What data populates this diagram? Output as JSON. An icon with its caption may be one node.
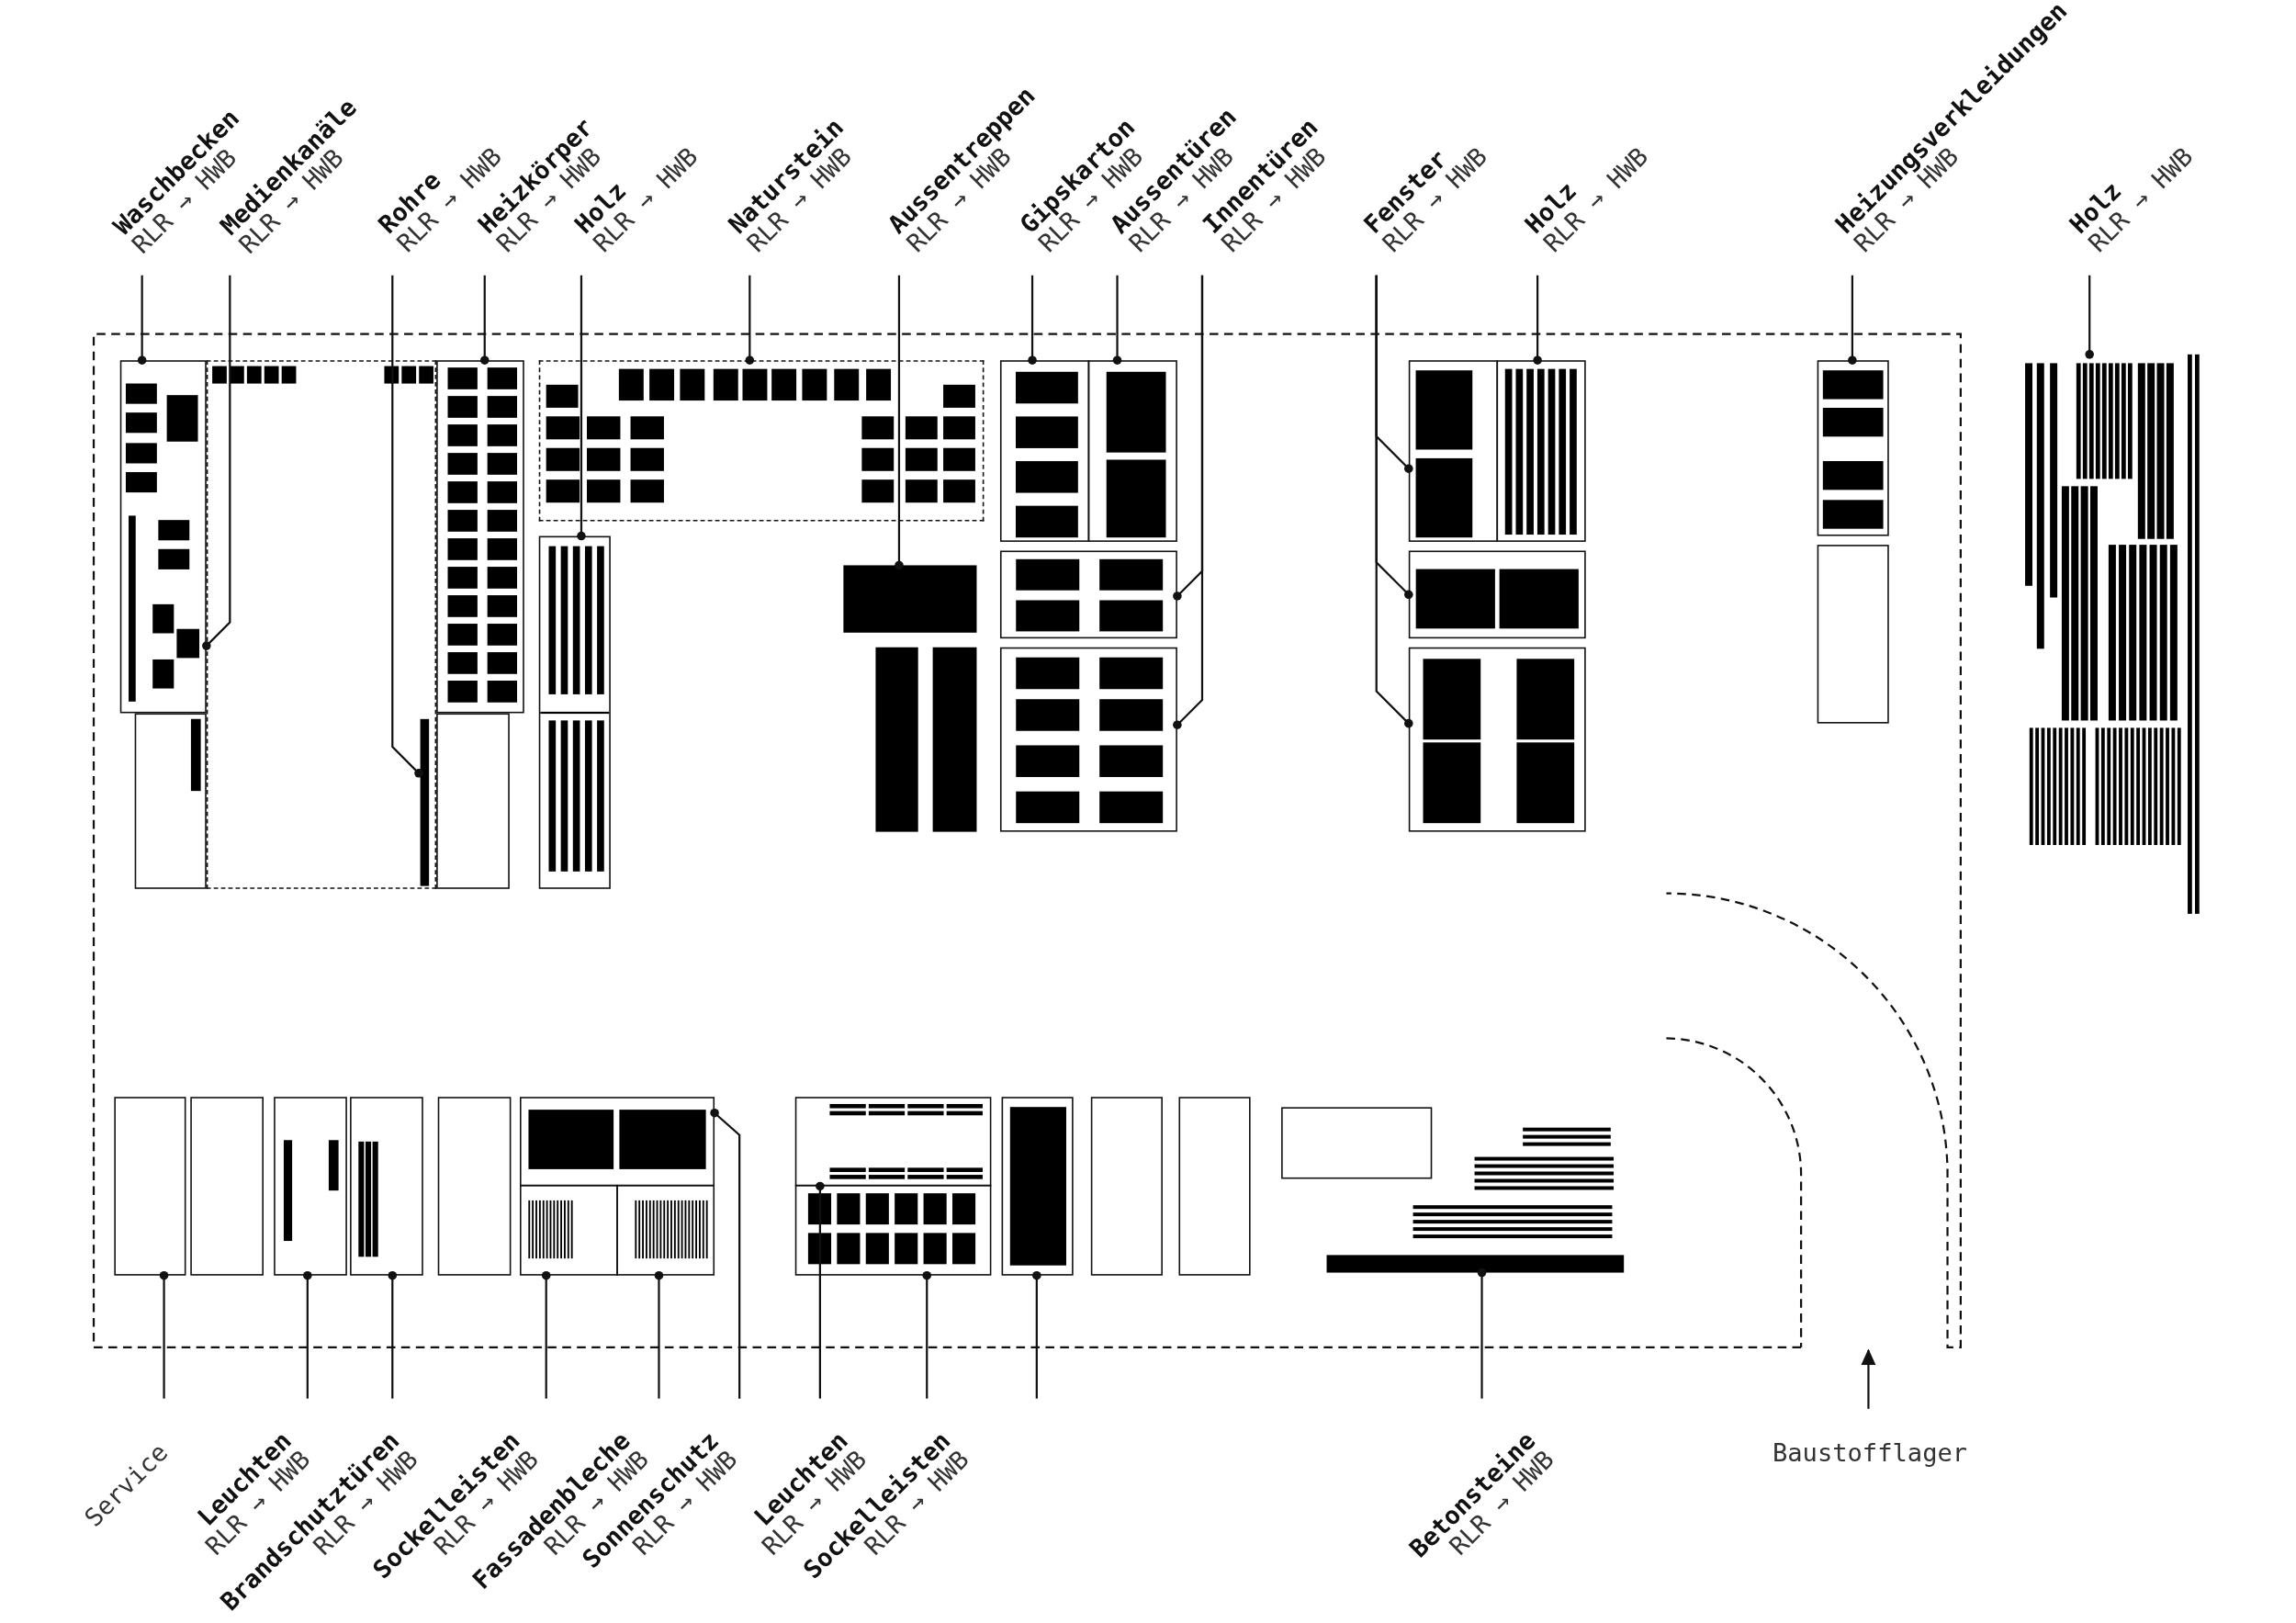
{
  "diagram": {
    "nodes": [
      {
        "text": [
          "Waschbecken",
          "RLR → HWB"
        ]
      },
      {
        "text": [
          "Medienkanäle",
          "RLR → HWB"
        ]
      },
      {
        "text": [
          "Rohre",
          "RLR → HWB"
        ]
      },
      {
        "text": [
          "Heizkörper",
          "RLR → HWB"
        ]
      },
      {
        "text": [
          "Holz",
          "RLR → HWB"
        ]
      },
      {
        "text": [
          "Naturstein",
          "RLR → HWB"
        ]
      },
      {
        "text": [
          "Aussentreppen",
          "RLR → HWB"
        ]
      },
      {
        "text": [
          "Gipskarton",
          "RLR → HWB"
        ]
      },
      {
        "text": [
          "Aussentüren",
          "RLR → HWB"
        ]
      },
      {
        "text": [
          "Innentüren",
          "RLR → HWB"
        ]
      },
      {
        "text": [
          "Fenster",
          "RLR → HWB"
        ]
      },
      {
        "text": [
          "Holz",
          "RLR → HWB"
        ]
      },
      {
        "text": [
          "Heizungsverkleidungen",
          "RLR → HWB"
        ]
      },
      {
        "text": [
          "Holz",
          "RLR → HWB"
        ]
      },
      {
        "text": [],
        "shape": "box"
      },
      {
        "text": [],
        "shape": "box",
        "in": 14
      },
      {
        "text": [],
        "shape": "box",
        "in": 14
      },
      {
        "text": [],
        "shape": "bar",
        "in": 16
      },
      {
        "text": [],
        "shape": "box",
        "in": 14
      },
      {
        "text": [],
        "shape": "box",
        "in": 14
      },
      {
        "text": [],
        "shape": "box",
        "in": 14
      },
      {
        "text": [],
        "shape": "stairs",
        "in": 14
      },
      {
        "text": [],
        "shape": "box",
        "in": 14
      },
      {
        "text": [],
        "shape": "box",
        "in": 14
      },
      {
        "text": [],
        "shape": "box",
        "in": 14
      },
      {
        "text": [],
        "shape": "box",
        "in": 14
      },
      {
        "text": [],
        "shape": "box",
        "in": 14
      },
      {
        "text": [],
        "shape": "box",
        "in": 14
      },
      {
        "text": [],
        "shape": "box",
        "in": 14
      },
      {
        "text": [],
        "shape": "box",
        "in": 14
      },
      {
        "text": [],
        "shape": "box",
        "in": 14
      },
      {
        "text": [],
        "shape": "box",
        "in": 14
      },
      {
        "text": [],
        "shape": "box",
        "in": 14
      },
      {
        "text": [],
        "shape": "box",
        "in": 14
      },
      {
        "text": [],
        "shape": "box",
        "in": 14
      },
      {
        "text": [],
        "shape": "box",
        "in": 14
      },
      {
        "text": [],
        "shape": "box",
        "in": 14
      },
      {
        "text": [],
        "shape": "box",
        "in": 14
      },
      {
        "text": [],
        "shape": "box",
        "in": 14
      },
      {
        "text": [],
        "shape": "box",
        "in": 14
      },
      {
        "text": [],
        "shape": "stack",
        "in": 14
      },
      {
        "text": [],
        "shape": "stack"
      },
      {
        "text": [
          "Service"
        ]
      },
      {
        "text": [
          "Leuchten",
          "RLR → HWB"
        ]
      },
      {
        "text": [
          "Brandschutztüren",
          "RLR → HWB"
        ]
      },
      {
        "text": [
          "Sockelleisten",
          "RLR → HWB"
        ]
      },
      {
        "text": [
          "Fassadenbleche",
          "RLR → HWB"
        ]
      },
      {
        "text": [
          "Sonnenschutz",
          "RLR → HWB"
        ]
      },
      {
        "text": [
          "Leuchten",
          "RLR → HWB"
        ]
      },
      {
        "text": [
          "Sockelleisten",
          "RLR → HWB"
        ]
      },
      {
        "text": [
          "Betonsteine",
          "RLR → HWB"
        ]
      },
      {
        "text": [
          "Baustofflager"
        ]
      },
      {
        "text": [],
        "shape": "box",
        "in": 14
      },
      {
        "text": [],
        "shape": "box",
        "in": 14
      },
      {
        "text": [],
        "shape": "box",
        "in": 14
      },
      {
        "text": [],
        "shape": "box",
        "in": 14
      },
      {
        "text": [],
        "shape": "box",
        "in": 14
      },
      {
        "text": [],
        "shape": "box",
        "in": 14
      },
      {
        "text": [],
        "shape": "box",
        "in": 14
      },
      {
        "text": [],
        "shape": "box",
        "in": 14
      }
    ],
    "edges": [
      {
        "from": 0,
        "to": 15,
        "arrow": "other"
      },
      {
        "from": 1,
        "to": 16,
        "arrow": "other"
      },
      {
        "from": 2,
        "to": 17,
        "arrow": "other"
      },
      {
        "from": 3,
        "to": 18,
        "arrow": "other"
      },
      {
        "from": 4,
        "to": 19,
        "arrow": "other"
      },
      {
        "from": 5,
        "to": 20,
        "arrow": "other"
      },
      {
        "from": 6,
        "to": 21,
        "arrow": "other"
      },
      {
        "from": 7,
        "to": 22,
        "arrow": "other"
      },
      {
        "from": 8,
        "to": 23,
        "arrow": "other"
      },
      {
        "from": 9,
        "to": 24,
        "arrow": "other"
      },
      {
        "from": 9,
        "to": 25,
        "arrow": "other"
      },
      {
        "from": 10,
        "to": 26,
        "arrow": "other"
      },
      {
        "from": 10,
        "to": 28,
        "arrow": "other"
      },
      {
        "from": 10,
        "to": 29,
        "arrow": "other"
      },
      {
        "from": 11,
        "to": 27,
        "arrow": "other"
      },
      {
        "from": 12,
        "to": 30,
        "arrow": "other"
      },
      {
        "from": 13,
        "to": 41,
        "arrow": "other"
      },
      {
        "from": 42,
        "to": 31,
        "arrow": "other"
      },
      {
        "from": 43,
        "to": 32,
        "arrow": "other"
      },
      {
        "from": 44,
        "to": 33,
        "arrow": "other"
      },
      {
        "from": 45,
        "to": 35,
        "arrow": "other"
      },
      {
        "from": 46,
        "to": 36,
        "arrow": "other"
      },
      {
        "from": 47,
        "to": 34,
        "arrow": "other"
      },
      {
        "from": 48,
        "to": 37,
        "arrow": "other"
      },
      {
        "from": 49,
        "to": 38,
        "arrow": "other"
      },
      {
        "from": null,
        "to": 39,
        "arrow": "other"
      },
      {
        "from": 50,
        "to": 40,
        "arrow": "other"
      },
      {
        "from": 51,
        "to": 14,
        "arrow": "to"
      }
    ]
  }
}
